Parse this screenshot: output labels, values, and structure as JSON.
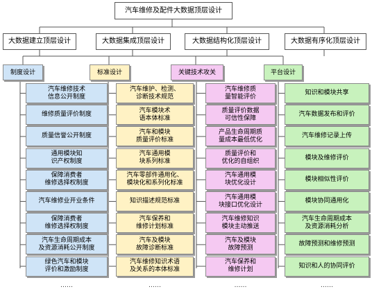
{
  "root": "汽车维修及配件大数据顶层设计",
  "level2": [
    "大数据建立顶层设计",
    "大数据集成顶层设计",
    "大数据结构化顶层设计",
    "大数据有序化顶层设计"
  ],
  "columns": [
    {
      "header": "制度设计",
      "color": "blue",
      "items": [
        "汽车维修技术\n信息公开制度",
        "维修质量评价制度",
        "质量信誉公开制度",
        "通用模块知\n识产权制度",
        "保障消费者\n维修选择权制度",
        "汽车维修业开业条件",
        "保障消费者\n维修选择权制度",
        "汽车生命周期成本\n及资源消耗公开制度",
        "绿色汽车和模块\n评价和激励制度"
      ]
    },
    {
      "header": "标准设计",
      "color": "yellow",
      "items": [
        "汽车维护、检测、\n诊断技术规范",
        "汽车模块术\n语本体标准",
        "汽车和模块\n质量评价标准",
        "汽车通用模\n块系列标准",
        "汽车零部件通用化、\n模块化和系列化标准",
        "知识描述规范标准",
        "汽车保养和\n维修计划标准",
        "汽车及模块\n故障诊断标准",
        "汽车维修知识术语\n及关系的本体标准"
      ]
    },
    {
      "header": "关键技术攻关",
      "color": "pink",
      "items": [
        "汽车维修质\n量智能评价",
        "质量评价数据\n可信性保障",
        "产品生命周期质\n量成本最低优化",
        "质量评价和\n优化的自组织",
        "汽车通用模\n块优化设计",
        "汽车通用模\n块接口优化设计",
        "汽车维修知识\n模块主动推送",
        "汽车及模块\n故障预测",
        "汽车保养和\n维修计划"
      ]
    },
    {
      "header": "平台设计",
      "color": "green",
      "items": [
        "知识和模块共享",
        "汽车数据发布和评价",
        "汽车维修记录上传",
        "模块及维修评价",
        "模块相似性评价",
        "模块协同通用化",
        "汽车生命周期成本\n及资源消耗分析",
        "故障预测和维修预测",
        "知识和人的协同评价"
      ]
    }
  ],
  "ellipsis": "……"
}
